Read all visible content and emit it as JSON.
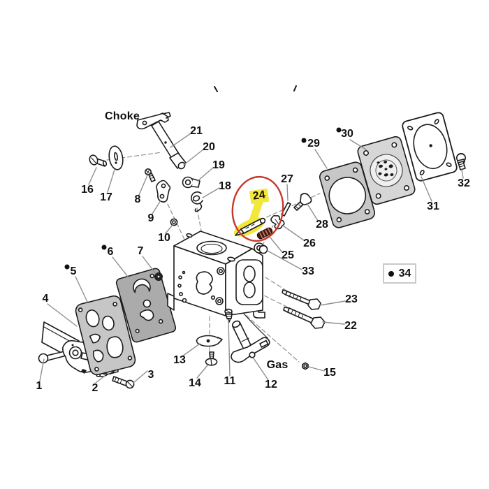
{
  "diagram": {
    "text_labels": {
      "choke": "Choke",
      "gas": "Gas"
    },
    "parts": {
      "p1": "1",
      "p2": "2",
      "p3": "3",
      "p4": "4",
      "p5": "5",
      "p6": "6",
      "p7": "7",
      "p8": "8",
      "p9": "9",
      "p10": "10",
      "p11": "11",
      "p12": "12",
      "p13": "13",
      "p14": "14",
      "p15": "15",
      "p16": "16",
      "p17": "17",
      "p18": "18",
      "p19": "19",
      "p20": "20",
      "p21": "21",
      "p22": "22",
      "p23": "23",
      "p24": "24",
      "p25": "25",
      "p26": "26",
      "p27": "27",
      "p28": "28",
      "p29": "29",
      "p30": "30",
      "p31": "31",
      "p32": "32",
      "p33": "33",
      "p34": "34"
    },
    "bulleted_parts": [
      "5",
      "6",
      "29",
      "30",
      "34"
    ],
    "highlight": {
      "part": "24",
      "label_background": "#f2e73b",
      "glow_color": "#f2e73b",
      "marker_outline": "#c5392b"
    },
    "colors": {
      "outline": "#1b1b1b",
      "leader_line": "#8f8f8f",
      "dashed_guide": "#999999",
      "gasket_fill": "#c6c6c6",
      "diaphragm_fill": "#ababab",
      "pump_plate_fill": "#d6d6d6",
      "spring_fill": "#51170d"
    }
  }
}
